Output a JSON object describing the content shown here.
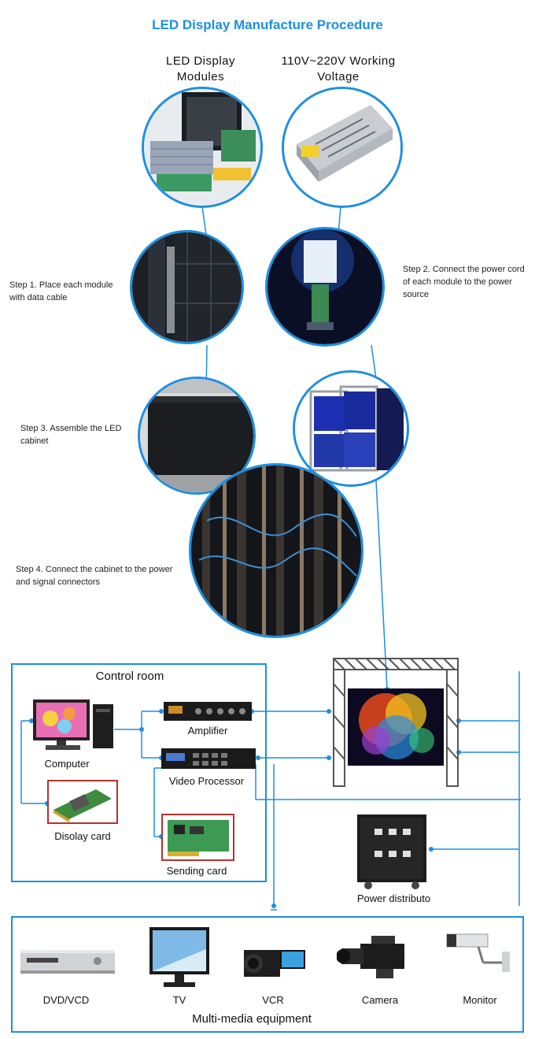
{
  "title": "LED Display Manufacture Procedure",
  "columns": {
    "left": "LED Display Modules",
    "right": "110V~220V Working Voltage"
  },
  "steps": {
    "step1": "Step 1. Place each module with data cable",
    "step2": "Step 2. Connect the power cord of each module to the power source",
    "step3": "Step 3. Assemble the LED cabinet",
    "step4": "Step 4. Connect the cabinet to the power and signal connectors"
  },
  "control_room": {
    "title": "Control room",
    "computer": "Computer",
    "display_card": "Disolay card",
    "amplifier": "Amplifier",
    "video_processor": "Video Processor",
    "sending_card": "Sending card"
  },
  "power": {
    "label": "Power distributo"
  },
  "media": {
    "title": "Multi-media equipment",
    "items": [
      "DVD/VCD",
      "TV",
      "VCR",
      "Camera",
      "Monitor"
    ]
  },
  "colors": {
    "accent": "#1e8fe0",
    "frame": "#b5322c"
  }
}
